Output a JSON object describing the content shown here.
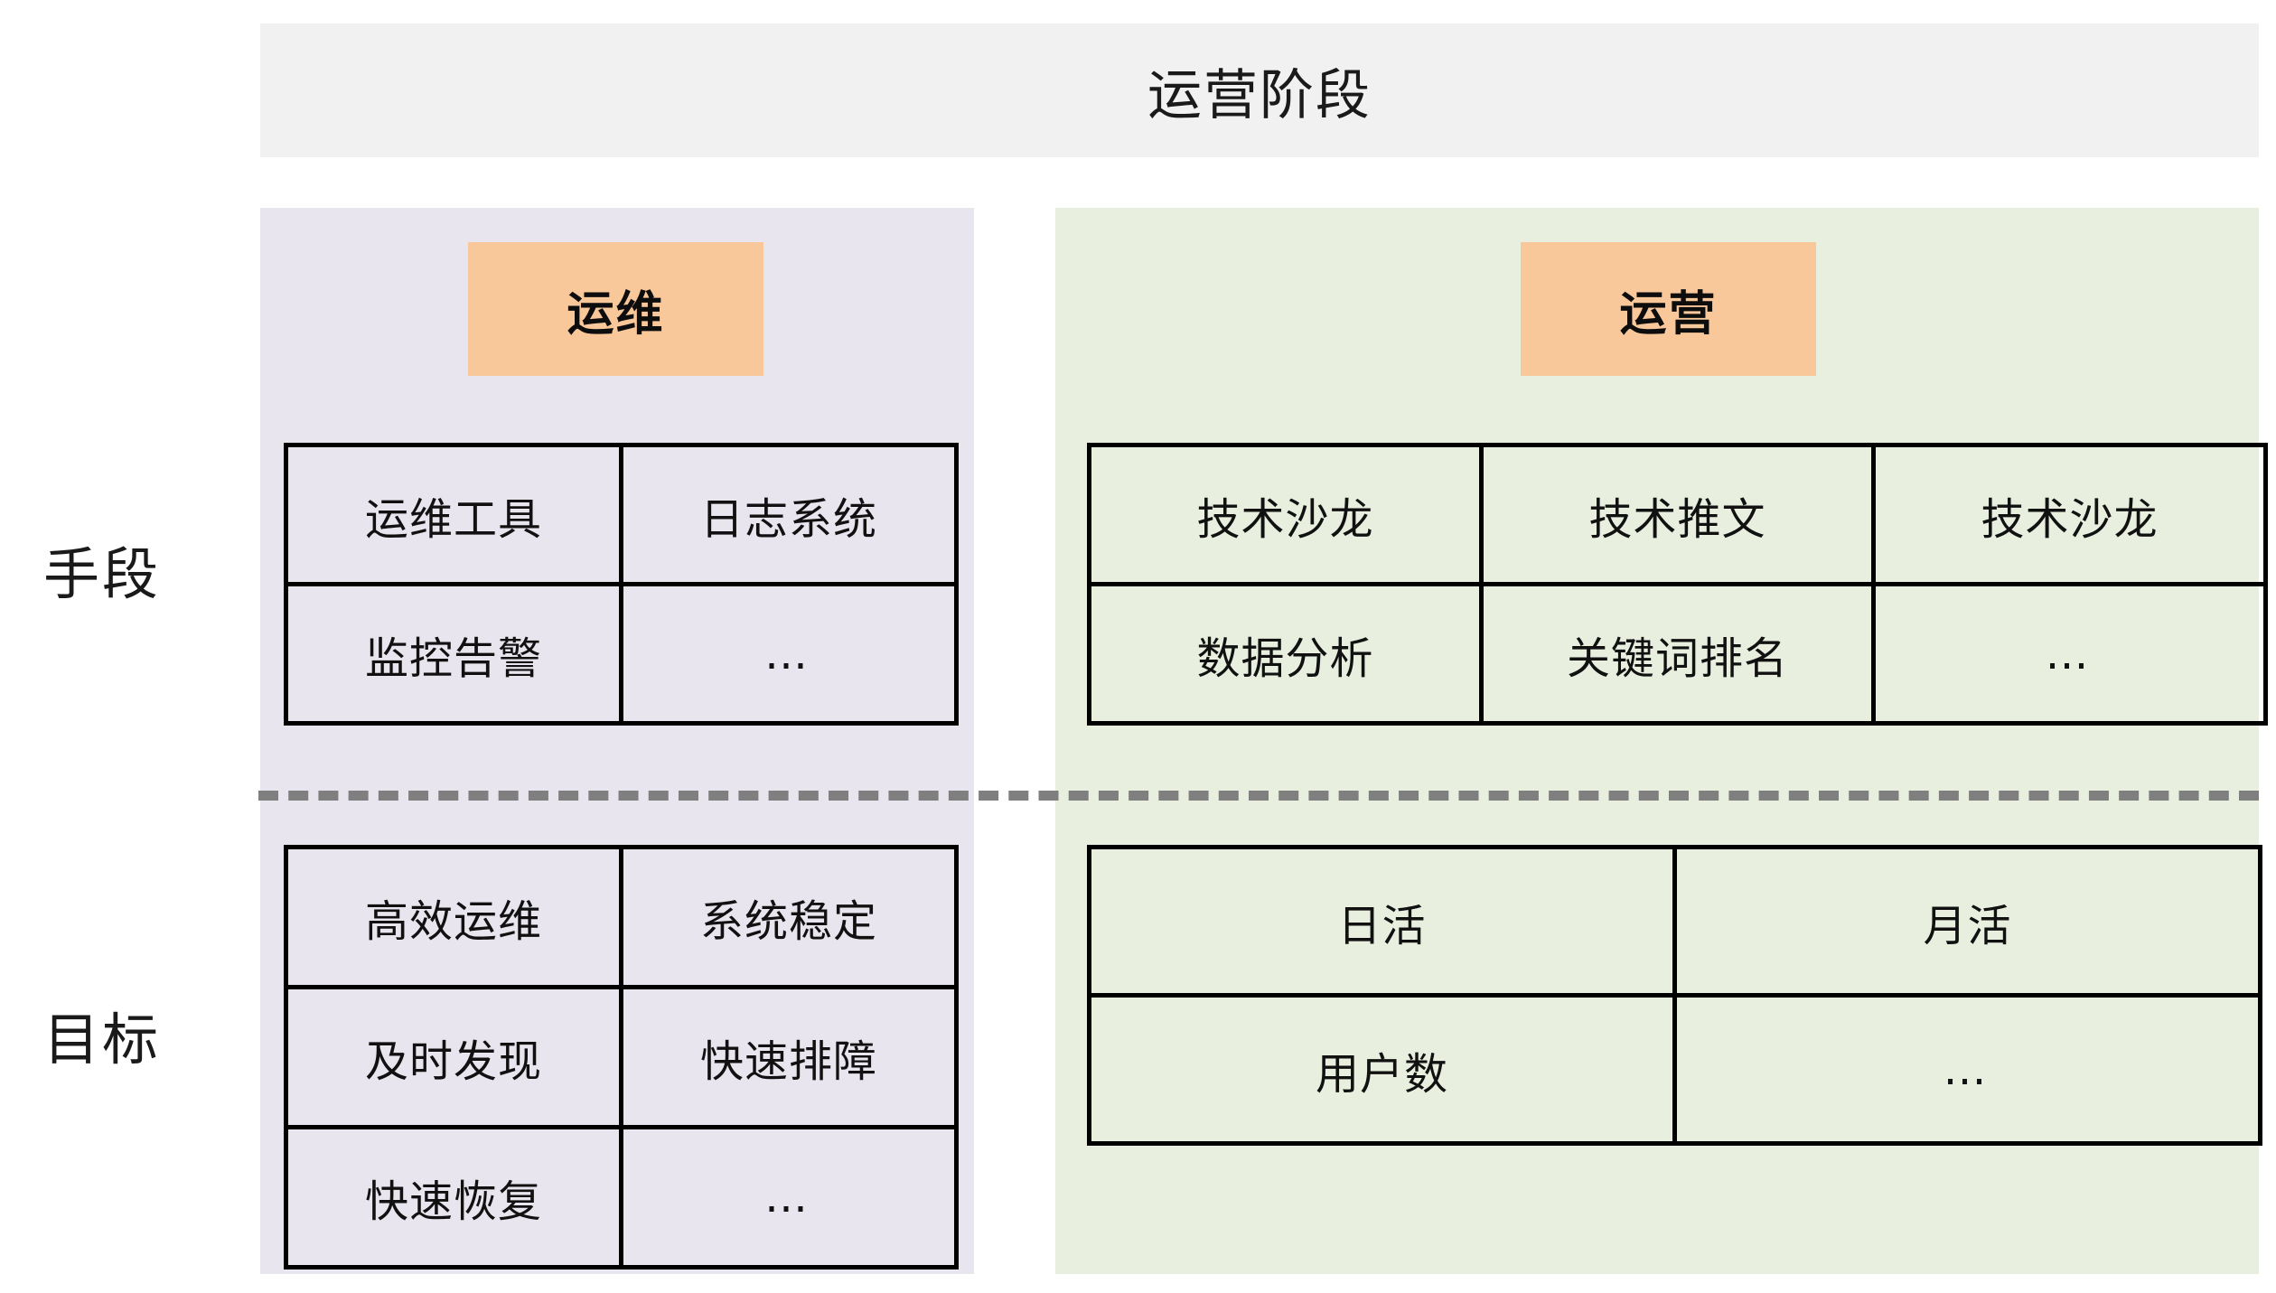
{
  "header": {
    "title": "运营阶段",
    "background_color": "#F1F1F1"
  },
  "row_labels": {
    "means": "手段",
    "goals": "目标"
  },
  "colors": {
    "panel_ops": "#E9E5EE",
    "panel_operation": "#E8EFDE",
    "chip": "#F8C79A",
    "divider": "#7F7F7F",
    "table_border": "#000000"
  },
  "columns": [
    {
      "key": "ops",
      "chip_label": "运维",
      "means": {
        "columns": 2,
        "rows": [
          [
            "运维工具",
            "日志系统"
          ],
          [
            "监控告警",
            "…"
          ]
        ]
      },
      "goals": {
        "columns": 2,
        "rows": [
          [
            "高效运维",
            "系统稳定"
          ],
          [
            "及时发现",
            "快速排障"
          ],
          [
            "快速恢复",
            "…"
          ]
        ]
      }
    },
    {
      "key": "operation",
      "chip_label": "运营",
      "means": {
        "columns": 3,
        "rows": [
          [
            "技术沙龙",
            "技术推文",
            "技术沙龙"
          ],
          [
            "数据分析",
            "关键词排名",
            "…"
          ]
        ]
      },
      "goals": {
        "columns": 2,
        "rows": [
          [
            "日活",
            "月活"
          ],
          [
            "用户数",
            "…"
          ]
        ]
      }
    }
  ]
}
